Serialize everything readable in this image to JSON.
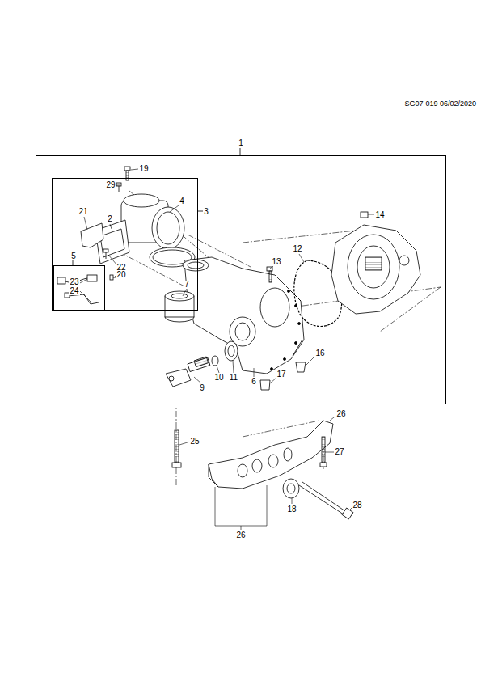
{
  "diagram": {
    "nodes": [
      {
        "text": [
          "1"
        ]
      },
      {
        "text": [
          "3"
        ],
        "in": 0
      },
      {
        "text": [
          "5"
        ],
        "in": 1
      }
    ],
    "labels": [
      "SG07-019 06/02/2020",
      "19",
      "29",
      "4",
      "21",
      "2",
      "22",
      "23",
      "24",
      "20",
      "7",
      "13",
      "12",
      "14",
      "16",
      "17",
      "6",
      "10",
      "11",
      "9",
      "25",
      "26",
      "27",
      "18",
      "26",
      "28"
    ]
  }
}
